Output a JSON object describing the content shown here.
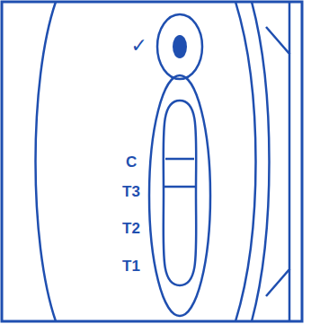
{
  "diagram": {
    "labels": [
      "✓",
      "C",
      "T3",
      "T2",
      "T1"
    ]
  }
}
